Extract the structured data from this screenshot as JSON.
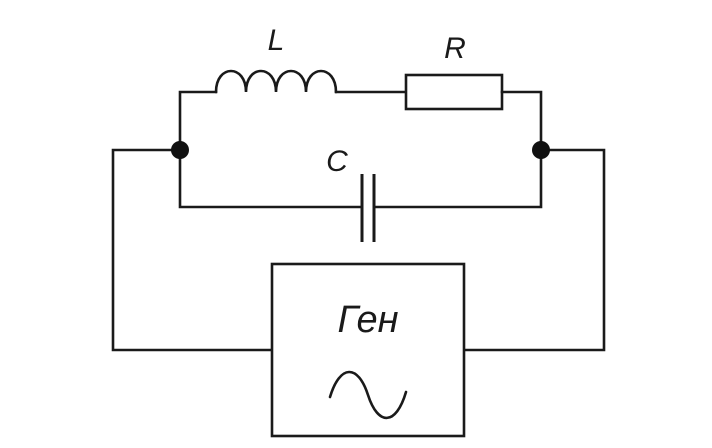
{
  "components": {
    "inductor_label": "L",
    "resistor_label": "R",
    "capacitor_label": "C"
  },
  "generator": {
    "label": "Ген",
    "symbol": "sine-wave-icon"
  }
}
